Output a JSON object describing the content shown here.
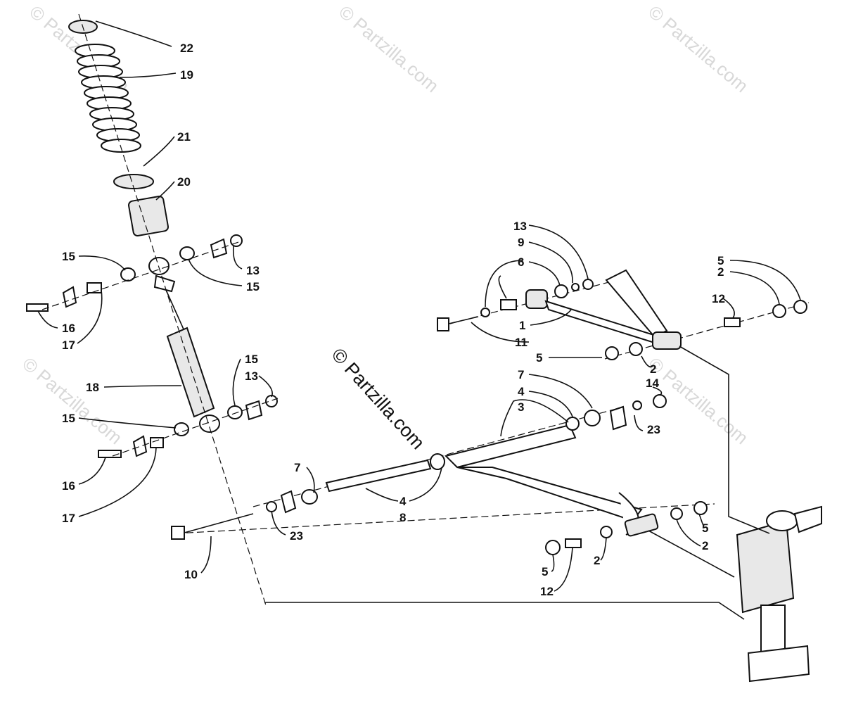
{
  "diagram": {
    "watermark": "© Partzilla.com",
    "callouts": {
      "c22": "22",
      "c19": "19",
      "c21": "21",
      "c20": "20",
      "c15a": "15",
      "c13a": "13",
      "c15b": "15",
      "c16a": "16",
      "c17a": "17",
      "c18": "18",
      "c15c": "15",
      "c13b": "13",
      "c15d": "15",
      "c16b": "16",
      "c17b": "17",
      "c10": "10",
      "c23a": "23",
      "c7a": "7",
      "c4a": "4",
      "c8": "8",
      "c13c": "13",
      "c9": "9",
      "c6": "6",
      "c1": "1",
      "c11": "11",
      "c5a": "5",
      "c2a": "2",
      "c12a": "12",
      "c5b": "5",
      "c2b": "2",
      "c7b": "7",
      "c4b": "4",
      "c3": "3",
      "c14": "14",
      "c23b": "23",
      "c5c": "5",
      "c2c": "2",
      "c2d": "2",
      "c5d": "5",
      "c12b": "12"
    }
  }
}
